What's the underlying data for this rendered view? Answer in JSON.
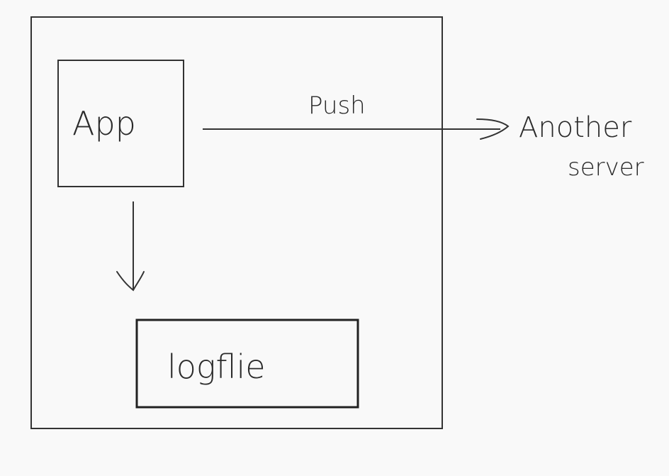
{
  "diagram": {
    "nodes": {
      "app": "App",
      "logfile": "logflie",
      "external": [
        "Another",
        "server"
      ]
    },
    "edges": {
      "push_label": "Push"
    },
    "colors": {
      "background": "#f9f9f9",
      "ink": "#2b2b2b"
    }
  }
}
